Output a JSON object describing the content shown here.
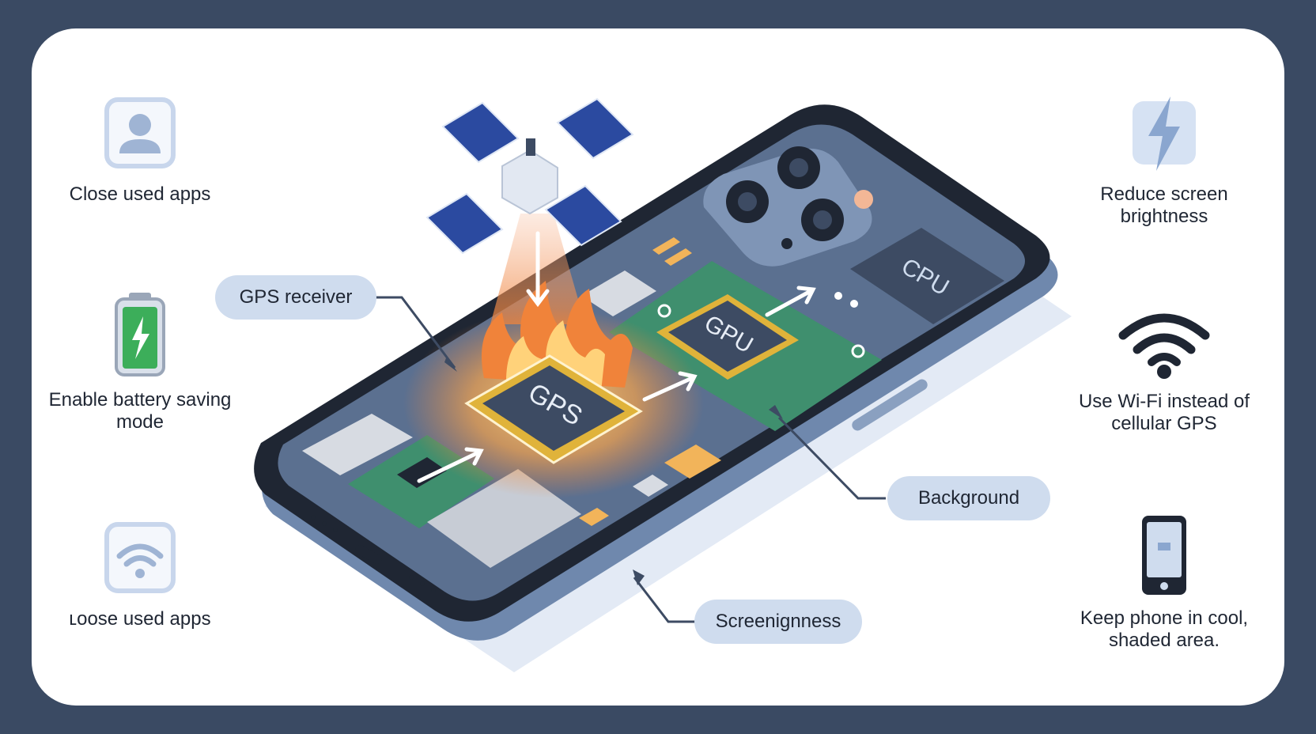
{
  "tips_left": [
    {
      "icon": "person-app-icon",
      "label": "Close used apps"
    },
    {
      "icon": "battery-charging-icon",
      "label": "Enable battery saving mode"
    },
    {
      "icon": "wifi-icon",
      "label": "ʟoose used apps"
    }
  ],
  "tips_right": [
    {
      "icon": "lightning-bolt-icon",
      "label": "Reduce screen brightness"
    },
    {
      "icon": "wifi-icon",
      "label": "Use Wi-Fi instead of cellular GPS"
    },
    {
      "icon": "smartphone-icon",
      "label": "Keep phone in cool, shaded area."
    }
  ],
  "callouts": {
    "gps_receiver": "GPS receiver",
    "background": "Background",
    "screen": "Screenignness"
  },
  "chips": {
    "gps": "GPS",
    "gpu": "GPU",
    "cpu": "CPU"
  },
  "colors": {
    "frame": "#3a4a63",
    "pill": "#cfdcee",
    "board_green": "#3f8f6e",
    "heat_orange": "#f0833a",
    "battery_green": "#3cae5a"
  }
}
